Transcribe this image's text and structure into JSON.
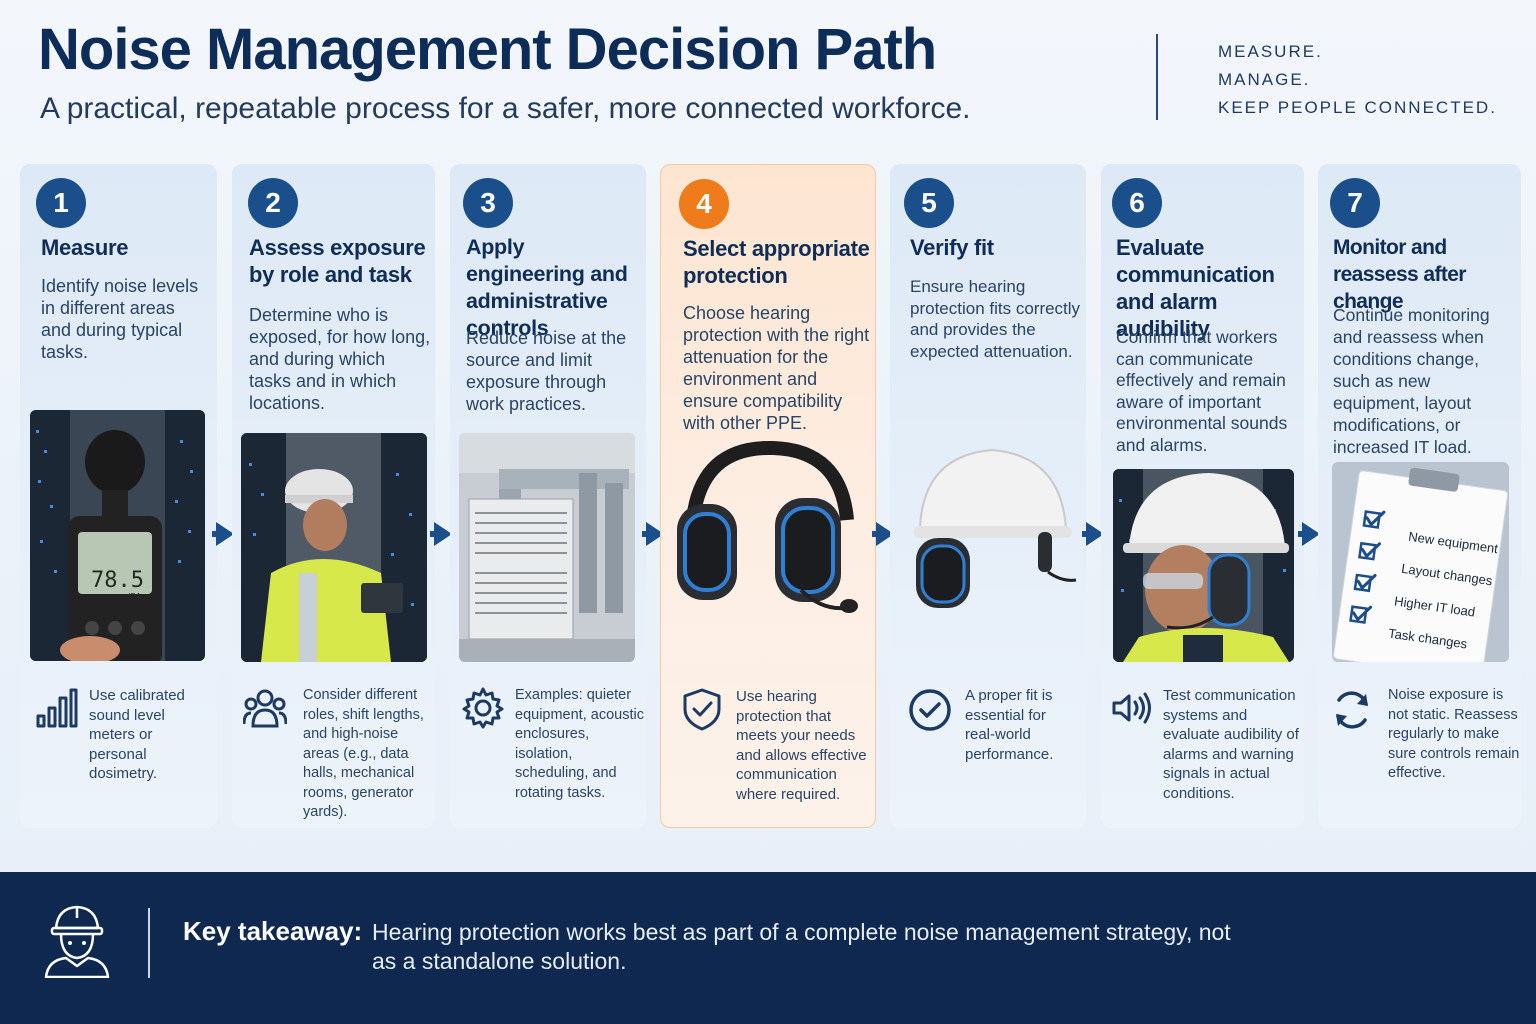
{
  "header": {
    "title": "Noise Management Decision Path",
    "subtitle": "A practical, repeatable process for a safer, more connected workforce.",
    "tagline": [
      "MEASURE.",
      "MANAGE.",
      "KEEP PEOPLE CONNECTED."
    ]
  },
  "colors": {
    "navy": "#0e2850",
    "step_blue": "#1b4f8c",
    "highlight_orange": "#f07b1a"
  },
  "steps": [
    {
      "number": "1",
      "title": "Measure",
      "description": "Identify noise levels in different areas and during typical tasks.",
      "photo_readout": "78.5",
      "photo_unit": "dBA",
      "icon": "bar-chart-icon",
      "note": "Use calibrated sound level meters or personal dosimetry."
    },
    {
      "number": "2",
      "title": "Assess exposure by role and task",
      "description": "Determine who is exposed, for how long, and during which tasks and in which locations.",
      "icon": "people-icon",
      "note": "Consider different roles, shift lengths, and high-noise areas (e.g., data halls, mechanical rooms, generator yards)."
    },
    {
      "number": "3",
      "title": "Apply engineering and administrative controls",
      "description": "Reduce noise at the source and limit exposure through work practices.",
      "icon": "gear-icon",
      "note": "Examples: quieter equipment, acoustic enclosures, isolation, scheduling, and rotating tasks."
    },
    {
      "number": "4",
      "title": "Select appropriate protection",
      "description": "Choose hearing protection with the right attenuation for the environment and ensure compatibility with other PPE.",
      "icon": "shield-check-icon",
      "note": "Use hearing protection that meets your needs and allows effective communication where required."
    },
    {
      "number": "5",
      "title": "Verify fit",
      "description": "Ensure hearing protection fits correctly and provides the expected attenuation.",
      "icon": "check-circle-icon",
      "note": "A proper fit is essential for real-world performance."
    },
    {
      "number": "6",
      "title": "Evaluate communication and alarm audibility",
      "description": "Confirm that workers can communicate effectively and remain aware of important environmental sounds and alarms.",
      "icon": "speaker-icon",
      "note": "Test communication systems and evaluate audibility of alarms and warning signals in actual conditions."
    },
    {
      "number": "7",
      "title": "Monitor and reassess after change",
      "description": "Continue monitoring and reassess when conditions change, such as new equipment, layout modifications, or increased IT load.",
      "icon": "refresh-icon",
      "note": "Noise exposure is not static. Reassess regularly to make sure controls remain effective.",
      "checklist": [
        "New equipment",
        "Layout changes",
        "Higher IT load",
        "Task changes"
      ]
    }
  ],
  "footer": {
    "label": "Key takeaway:",
    "text": "Hearing protection works best as part of a complete noise management strategy, not as a standalone solution."
  }
}
